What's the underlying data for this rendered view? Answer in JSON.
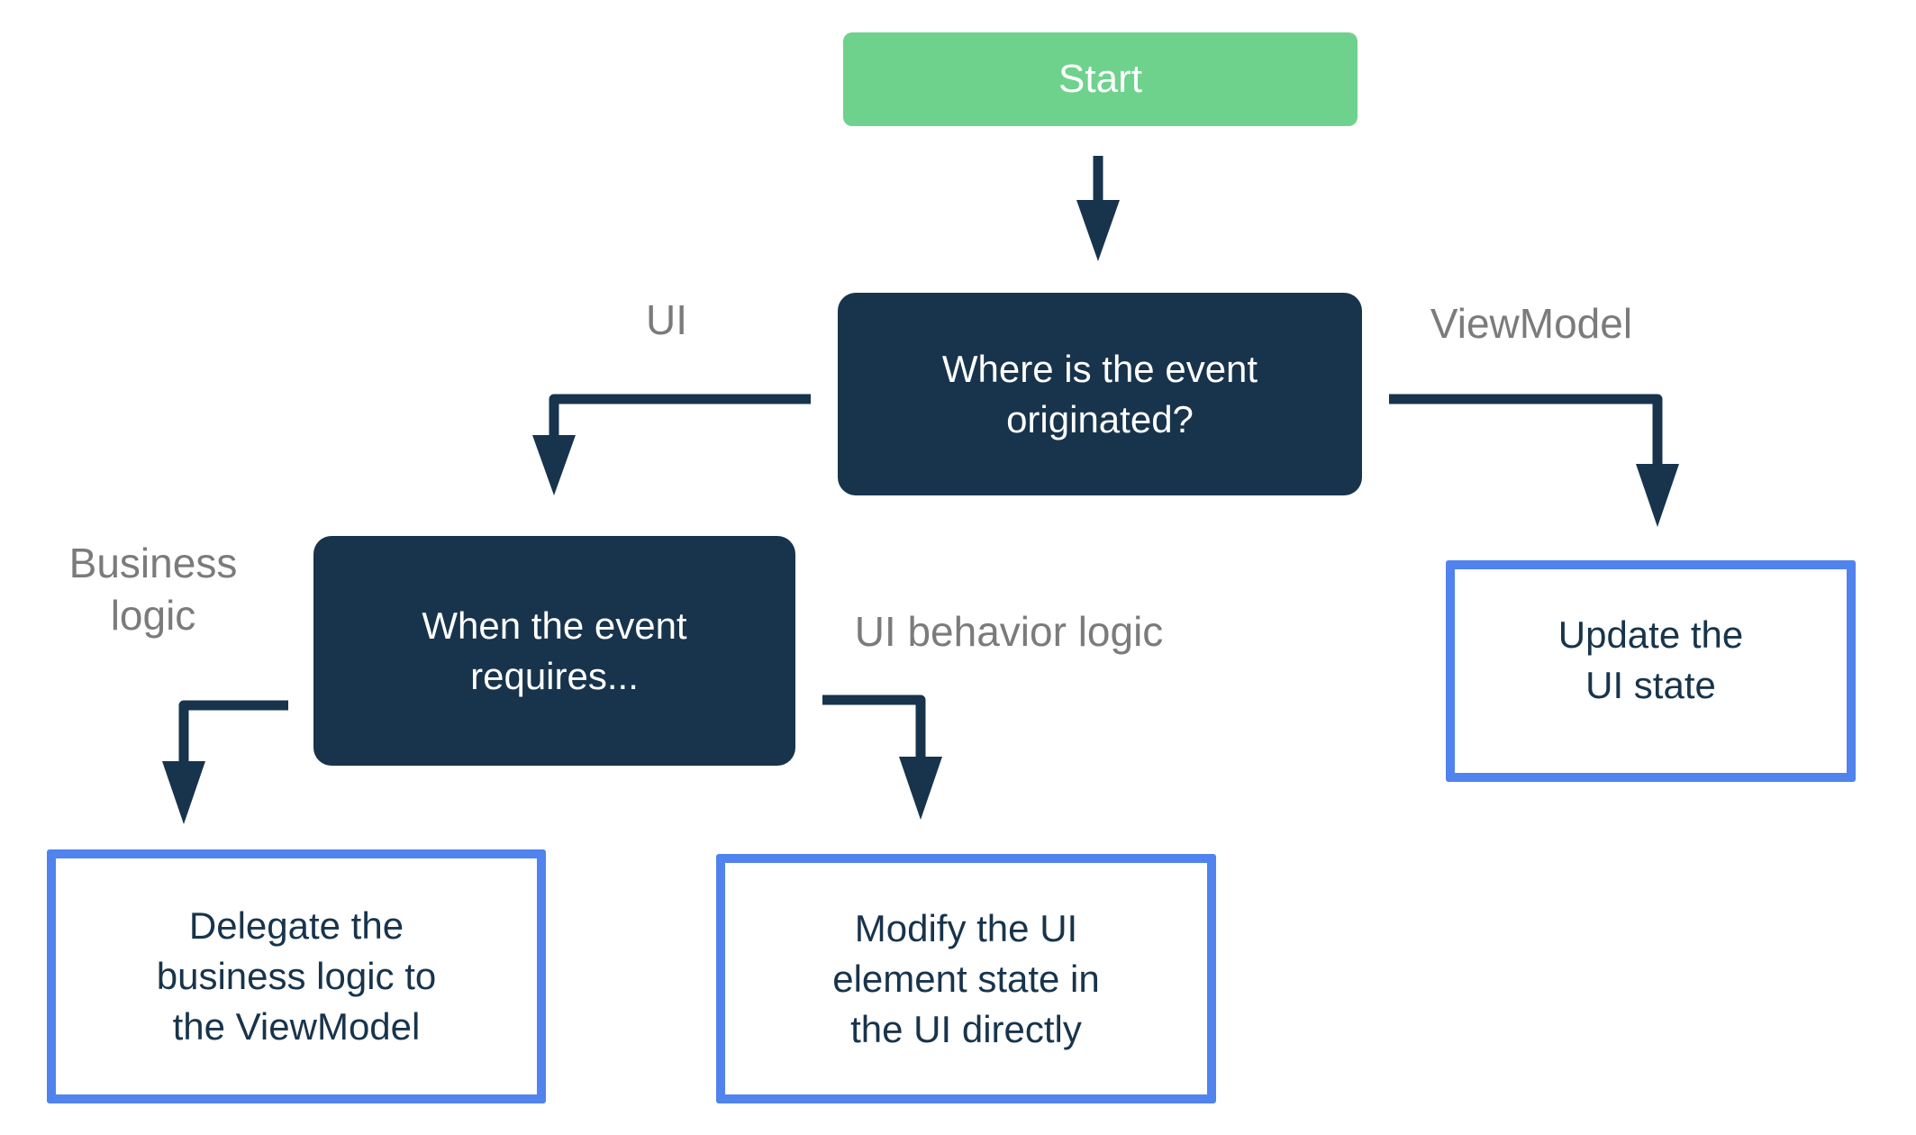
{
  "colors": {
    "green": "#6ED28C",
    "navy": "#18344C",
    "blue_border": "#5083ED",
    "gray_label": "#7B7B7B",
    "background": "#FFFFFF"
  },
  "nodes": {
    "start": {
      "label": "Start"
    },
    "question": {
      "label": "Where is the event\noriginated?"
    },
    "when": {
      "label": "When the event\nrequires..."
    },
    "delegate": {
      "label": "Delegate the\nbusiness logic to\nthe ViewModel"
    },
    "modify": {
      "label": "Modify the UI\nelement state in\nthe UI directly"
    },
    "update": {
      "label": "Update the\nUI state"
    }
  },
  "edge_labels": {
    "ui": "UI",
    "viewmodel": "ViewModel",
    "business_logic": "Business\nlogic",
    "ui_behavior_logic": "UI behavior logic"
  }
}
